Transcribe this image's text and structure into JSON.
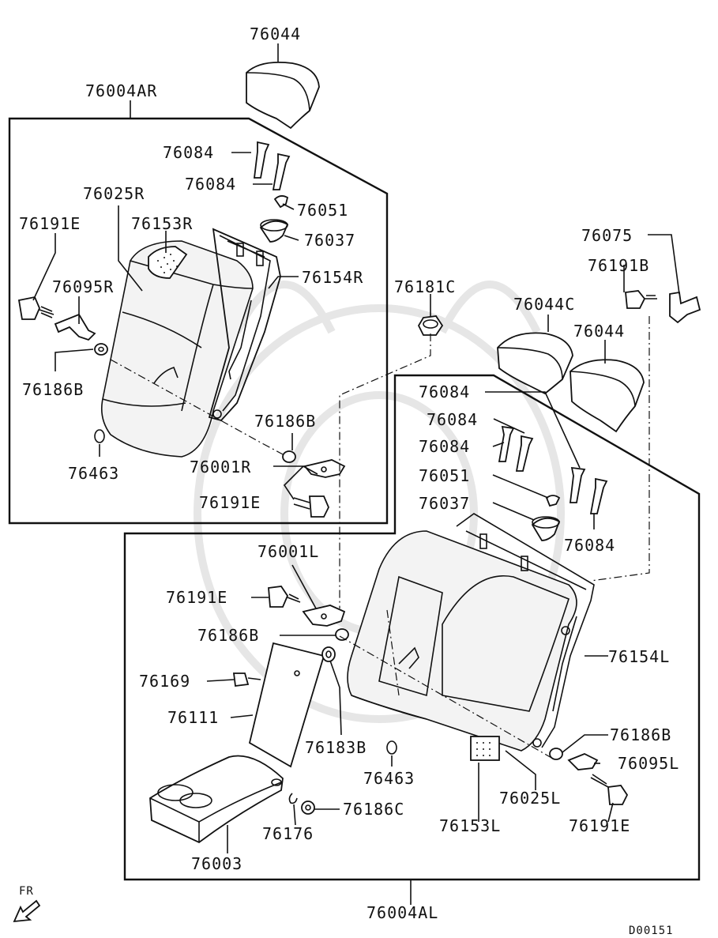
{
  "diagram_code": "D00151",
  "direction_label": "FR",
  "assemblies": {
    "right_back": "76004AR",
    "left_back": "76004AL"
  },
  "labels": {
    "headrest_top": "76044",
    "back_rh": "76004AR",
    "pin_1": "76084",
    "pin_2": "76084",
    "pad_rh": "76025R",
    "guide_a": "76051",
    "bolt_rh": "76191E",
    "heat_rh": "76153R",
    "guide_b": "76037",
    "bracket_rh": "76095R",
    "frame_rh": "76154R",
    "washer_rh": "76186B",
    "nut": "76181C",
    "clip_rh": "76463",
    "washer_r2": "76186B",
    "hinge_rh": "76001R",
    "bolt_r2": "76191E",
    "hook": "76075",
    "bolt_hook": "76191B",
    "headrest_c": "76044C",
    "headrest_l": "76044",
    "pin_l1": "76084",
    "pin_l2": "76084",
    "pin_l3": "76084",
    "guide_la": "76051",
    "guide_lb": "76037",
    "pin_l4": "76084",
    "hinge_lh": "76001L",
    "bolt_l1": "76191E",
    "washer_l1": "76186B",
    "frame_lh": "76154L",
    "screw": "76169",
    "cover": "76111",
    "cap": "76183B",
    "washer_l2": "76186B",
    "bracket_lh": "76095L",
    "clip_lh": "76463",
    "pad_lh": "76025L",
    "washer_c": "76186C",
    "bolt_l2": "76191E",
    "heat_lh": "76153L",
    "ring": "76176",
    "armrest": "76003",
    "back_lh": "76004AL"
  }
}
